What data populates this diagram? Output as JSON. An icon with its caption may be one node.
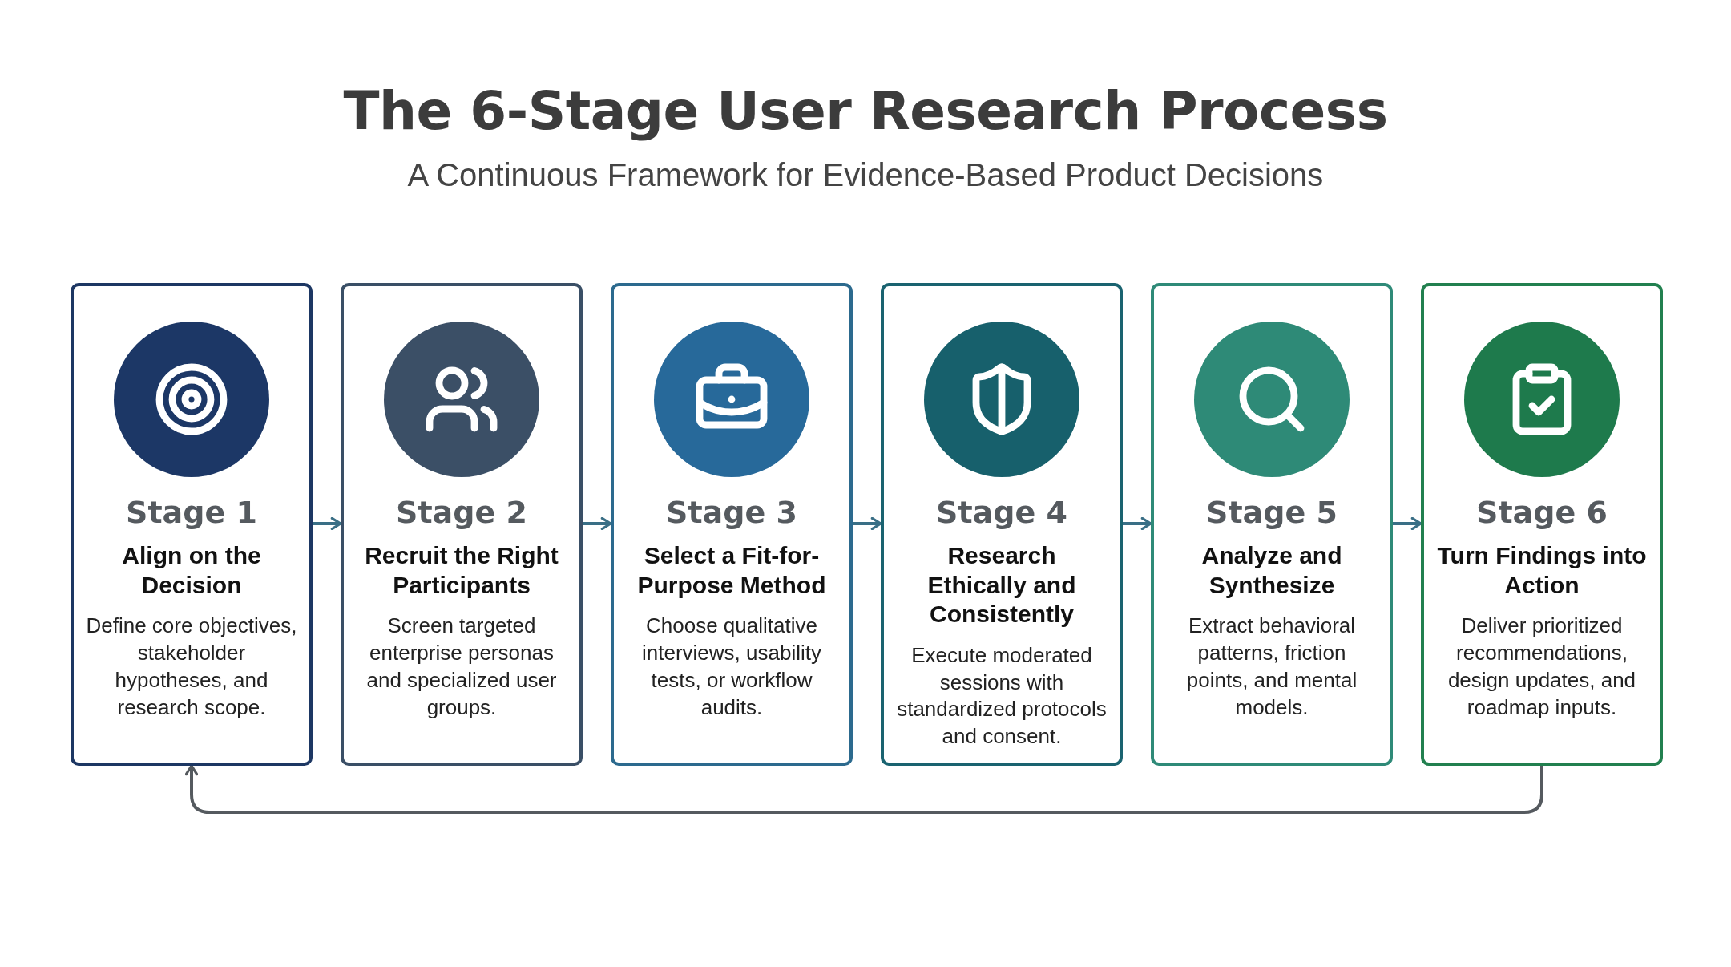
{
  "diagram": {
    "title": "The 6-Stage User Research Process",
    "caption": "A Continuous Framework for Evidence-Based Product Decisions",
    "nodes": [
      {
        "text": [
          "Stage 1",
          "Align on the Decision",
          "Define core objectives, stakeholder hypotheses, and research scope."
        ]
      },
      {
        "text": [
          "Stage 2",
          "Recruit the Right Participants",
          "Screen targeted enterprise personas and specialized user groups."
        ]
      },
      {
        "text": [
          "Stage 3",
          "Select a Fit-for-Purpose Method",
          "Choose qualitative interviews, usability tests, or workflow audits."
        ]
      },
      {
        "text": [
          "Stage 4",
          "Research Ethically and Consistently",
          "Execute moderated sessions with standardized protocols and consent."
        ]
      },
      {
        "text": [
          "Stage 5",
          "Analyze and Synthesize",
          "Extract behavioral patterns, friction points, and mental models."
        ]
      },
      {
        "text": [
          "Stage 6",
          "Turn Findings into Action",
          "Deliver prioritized recommendations, design updates, and roadmap inputs."
        ]
      }
    ],
    "edges": [
      {
        "from": 0,
        "to": 1,
        "arrow": "to"
      },
      {
        "from": 1,
        "to": 2,
        "arrow": "to"
      },
      {
        "from": 2,
        "to": 3,
        "arrow": "to"
      },
      {
        "from": 3,
        "to": 4,
        "arrow": "to"
      },
      {
        "from": 4,
        "to": 5,
        "arrow": "to"
      },
      {
        "from": 5,
        "to": 0,
        "arrow": "to",
        "color": "#555a5f"
      }
    ]
  }
}
